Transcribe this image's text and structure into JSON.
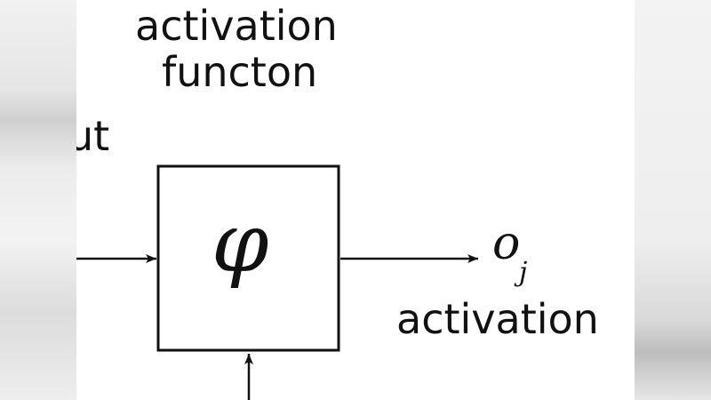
{
  "diagram": {
    "title_line1": "activation",
    "title_line2": "functon",
    "input_label": "ut",
    "function_symbol": "φ",
    "output_symbol": "o",
    "output_subscript": "j",
    "output_label": "activation"
  },
  "colors": {
    "stroke": "#111111",
    "background": "#ffffff"
  }
}
